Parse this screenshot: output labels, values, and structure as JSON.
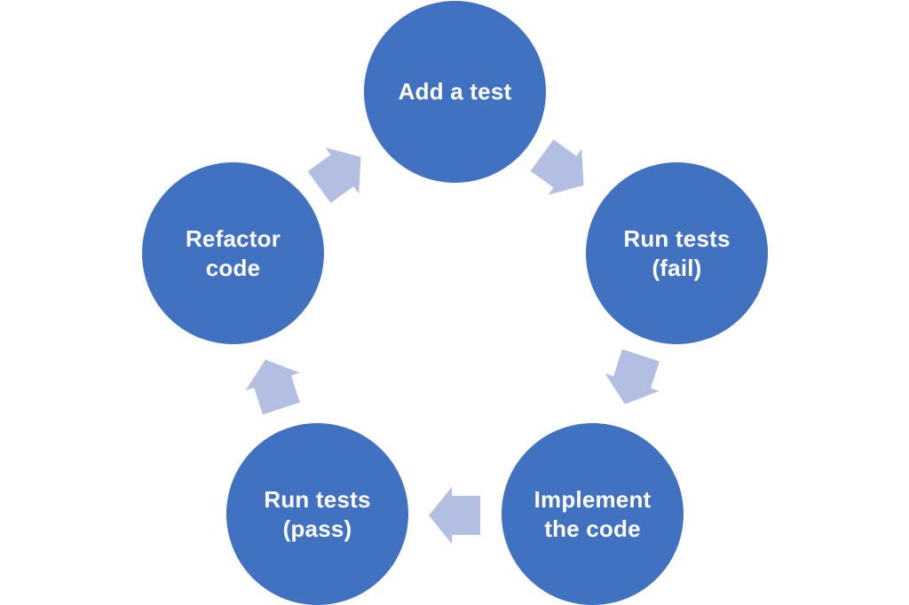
{
  "diagram": {
    "background": "#ffffff",
    "colors": {
      "node_fill": "#4171c1",
      "node_text": "#ffffff",
      "arrow_fill": "#b3bee3"
    },
    "nodes": [
      {
        "name": "add-a-test",
        "line1": "Add a test",
        "line2": ""
      },
      {
        "name": "run-tests-fail",
        "line1": "Run tests",
        "line2": "(fail)"
      },
      {
        "name": "implement-the-code",
        "line1": "Implement",
        "line2": "the code"
      },
      {
        "name": "run-tests-pass",
        "line1": "Run tests",
        "line2": "(pass)"
      },
      {
        "name": "refactor-code",
        "line1": "Refactor",
        "line2": "code"
      }
    ],
    "arrows": [
      {
        "from": "add-a-test",
        "to": "run-tests-fail"
      },
      {
        "from": "run-tests-fail",
        "to": "implement-the-code"
      },
      {
        "from": "implement-the-code",
        "to": "run-tests-pass"
      },
      {
        "from": "run-tests-pass",
        "to": "refactor-code"
      },
      {
        "from": "refactor-code",
        "to": "add-a-test"
      }
    ]
  }
}
